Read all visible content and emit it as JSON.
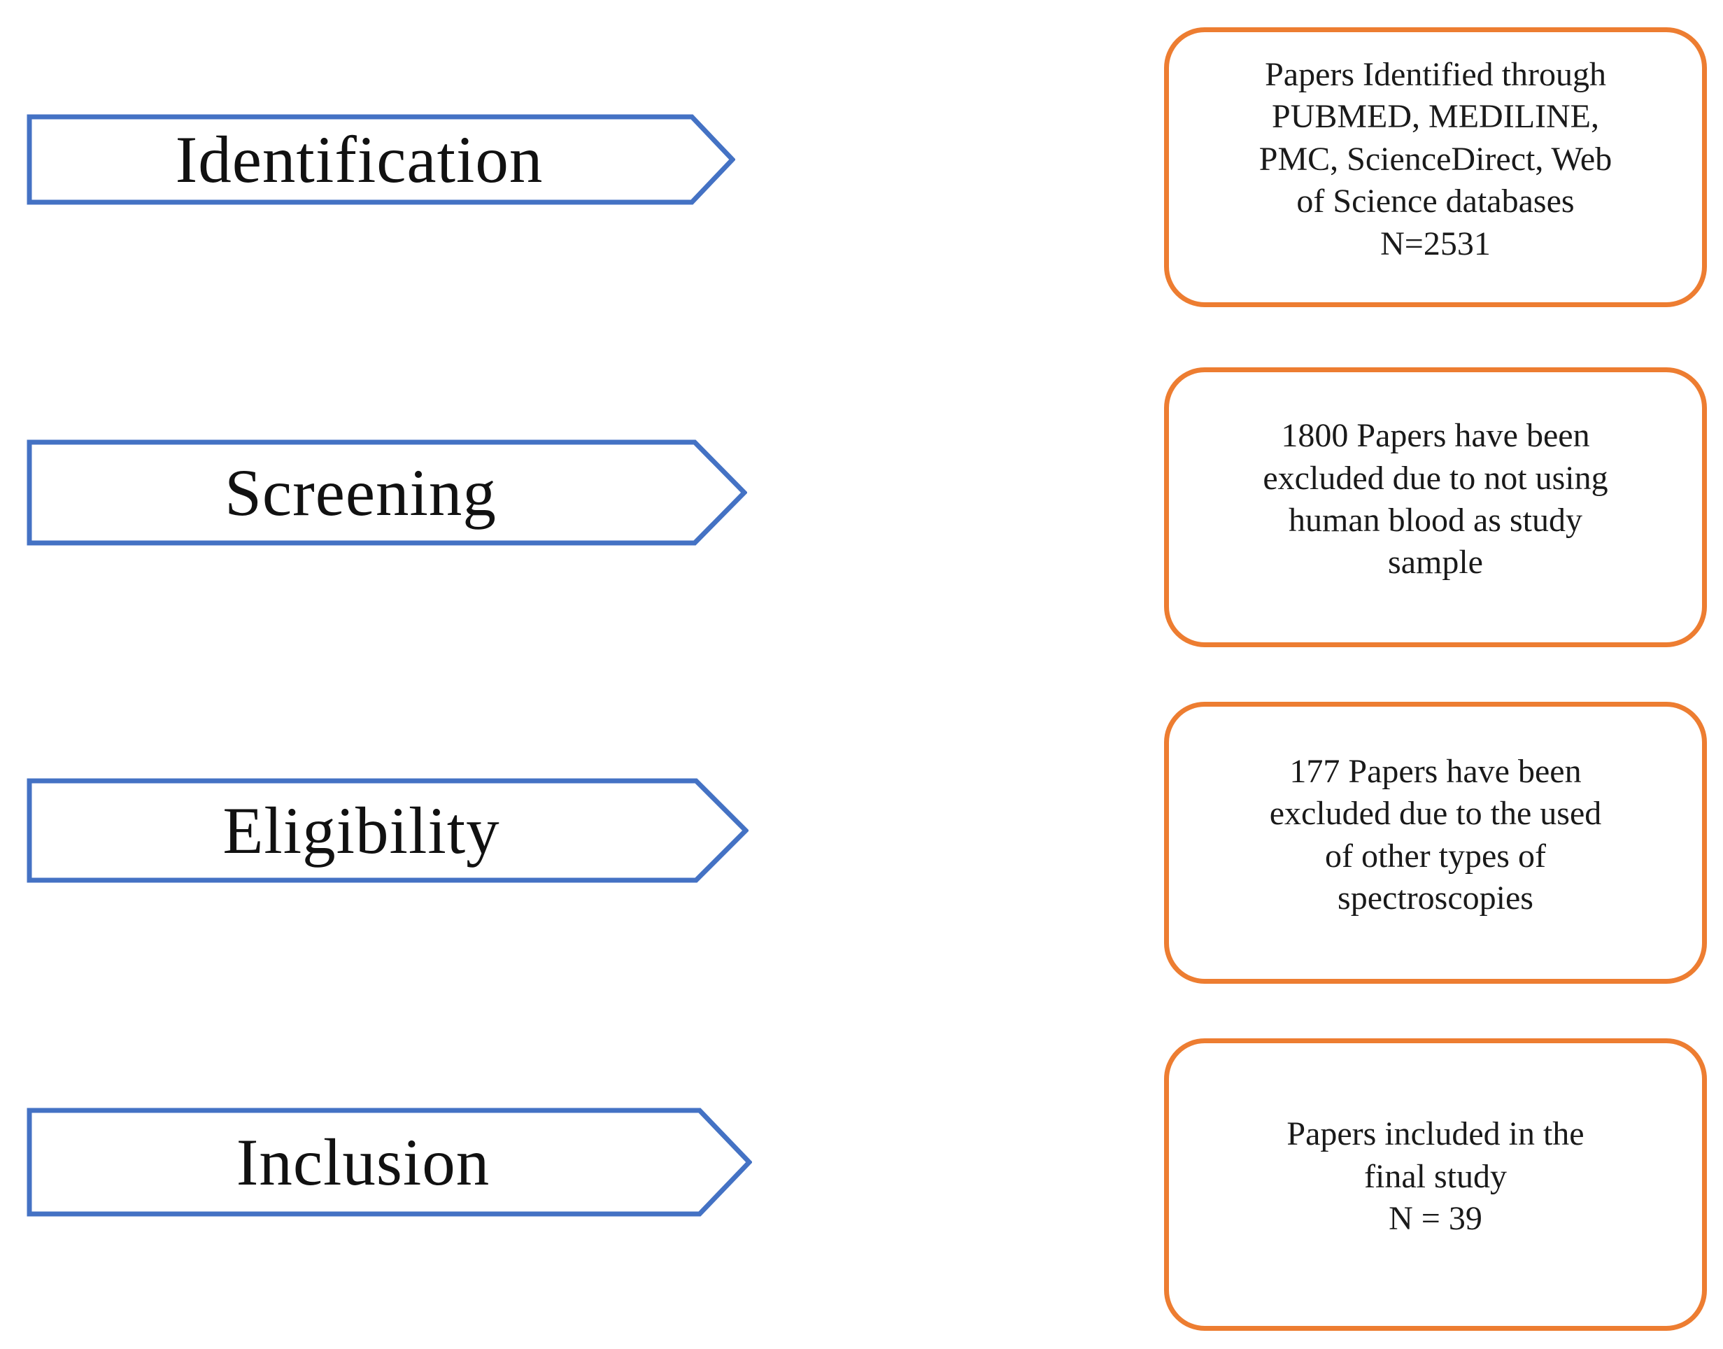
{
  "figure": {
    "type": "prisma-flow-diagram",
    "stages": [
      {
        "label": "Identification",
        "box_text": "Papers Identified through\nPUBMED, MEDILINE,\nPMC, ScienceDirect, Web\nof Science databases\nN=2531"
      },
      {
        "label": "Screening",
        "box_text": "1800 Papers have been\nexcluded due to not using\nhuman blood as study\nsample"
      },
      {
        "label": "Eligibility",
        "box_text": "177 Papers have been\nexcluded due to the used\nof other types of\nspectroscopies"
      },
      {
        "label": "Inclusion",
        "box_text": "Papers included in the\nfinal study\nN = 39"
      }
    ],
    "counts": {
      "identified": 2531,
      "excluded_screening": 1800,
      "excluded_eligibility": 177,
      "included": 39
    },
    "colors": {
      "arrow_border": "#4472C4",
      "box_border": "#ED7D31",
      "text": "#1a1a1a"
    }
  }
}
